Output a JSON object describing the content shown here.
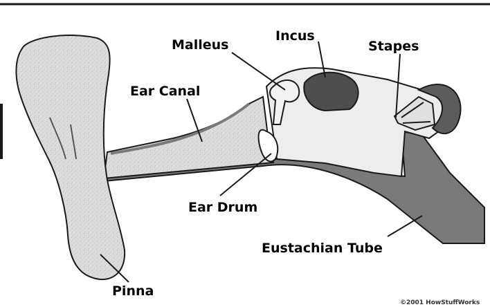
{
  "labels": {
    "malleus": "Malleus",
    "incus": "Incus",
    "stapes": "Stapes",
    "ear_canal": "Ear Canal",
    "ear_drum": "Ear Drum",
    "eustachian_tube": "Eustachian Tube",
    "pinna": "Pinna"
  },
  "copyright": "©2001 HowStuffWorks",
  "colors": {
    "outline": "#1a1a1a",
    "tissue_fill": "#d9d9d9",
    "canal_fill": "#e6e6e6",
    "dark_gray": "#6e6e6e",
    "incus_fill": "#4d4d4d",
    "pale_fill": "#f2f2f2"
  }
}
